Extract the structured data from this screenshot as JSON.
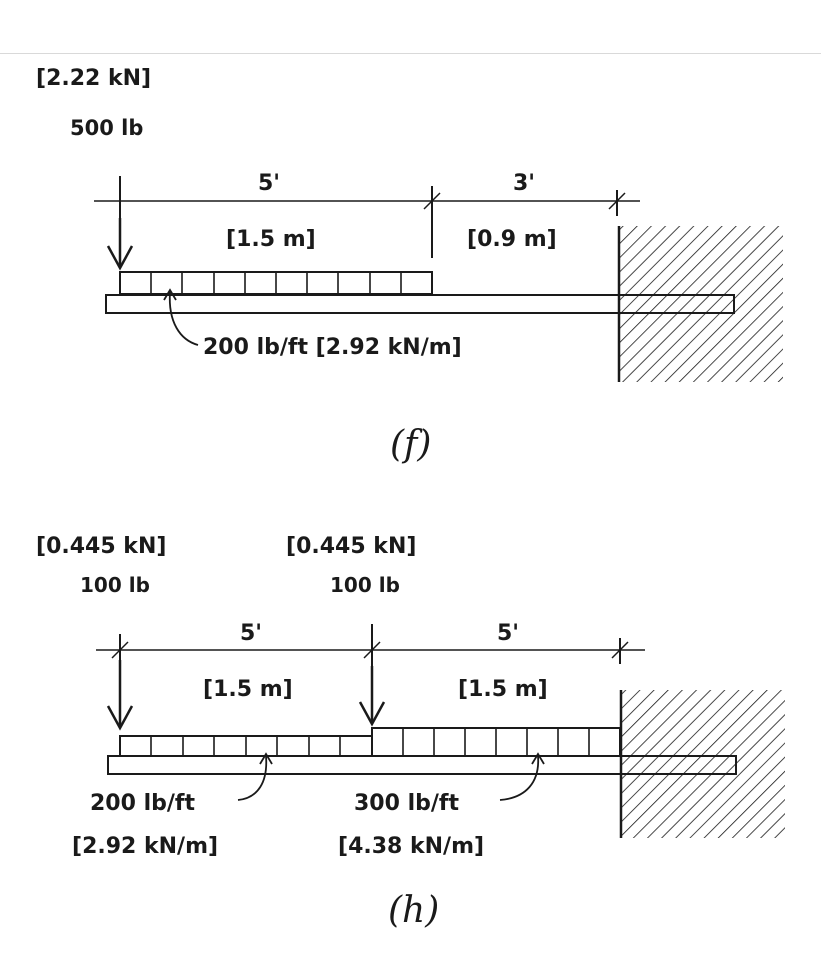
{
  "figure_f": {
    "point_load_si": "2.22 kN",
    "point_load_us": "500 lb",
    "span1_us": "5'",
    "span1_si": "1.5 m",
    "span2_us": "3'",
    "span2_si": "0.9 m",
    "dist_load_us": "200 lb/ft",
    "dist_load_si": "2.92 kN/m",
    "caption": "(f)"
  },
  "figure_h": {
    "load1_si": "0.445 kN",
    "load1_us": "100 lb",
    "load2_si": "0.445 kN",
    "load2_us": "100 lb",
    "span1_us": "5'",
    "span1_si": "1.5 m",
    "span2_us": "5'",
    "span2_si": "1.5 m",
    "dist1_us": "200 lb/ft",
    "dist1_si": "2.92 kN/m",
    "dist2_us": "300 lb/ft",
    "dist2_si": "4.38 kN/m",
    "caption": "(h)"
  }
}
